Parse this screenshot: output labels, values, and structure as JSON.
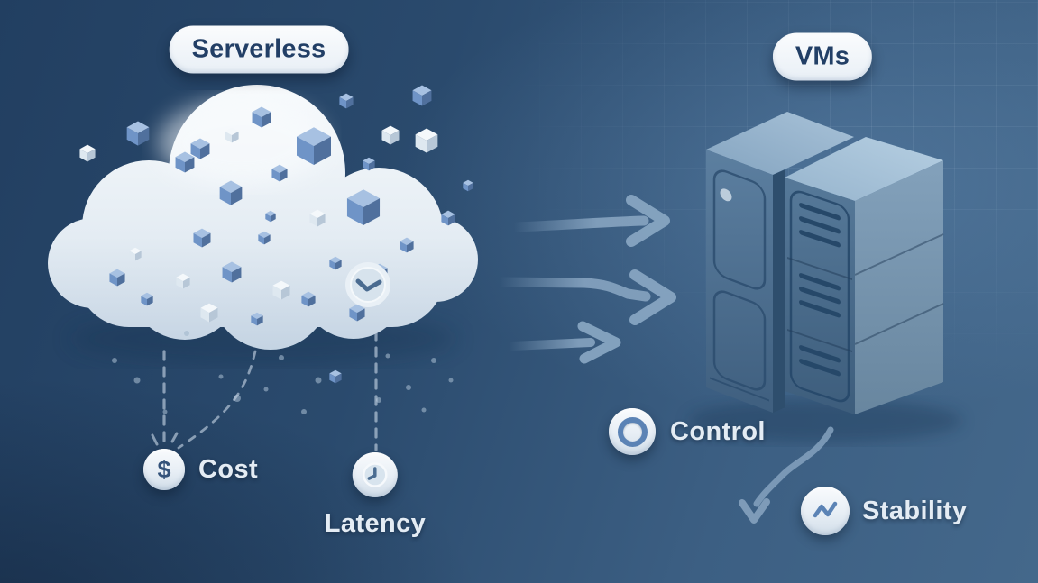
{
  "badges": {
    "serverless": "Serverless",
    "vms": "VMs"
  },
  "callouts": {
    "cost": {
      "label": "Cost",
      "glyph": "$"
    },
    "latency": {
      "label": "Latency"
    },
    "control": {
      "label": "Control"
    },
    "stability": {
      "label": "Stability"
    }
  },
  "palette": {
    "badge_bg": "#f2f6fa",
    "badge_text": "#223f66",
    "label_text": "#e4ecf4",
    "arrow": "#8ba8c4",
    "icon_accent": "#5b83b5",
    "icon_glyph": "#33527a"
  }
}
